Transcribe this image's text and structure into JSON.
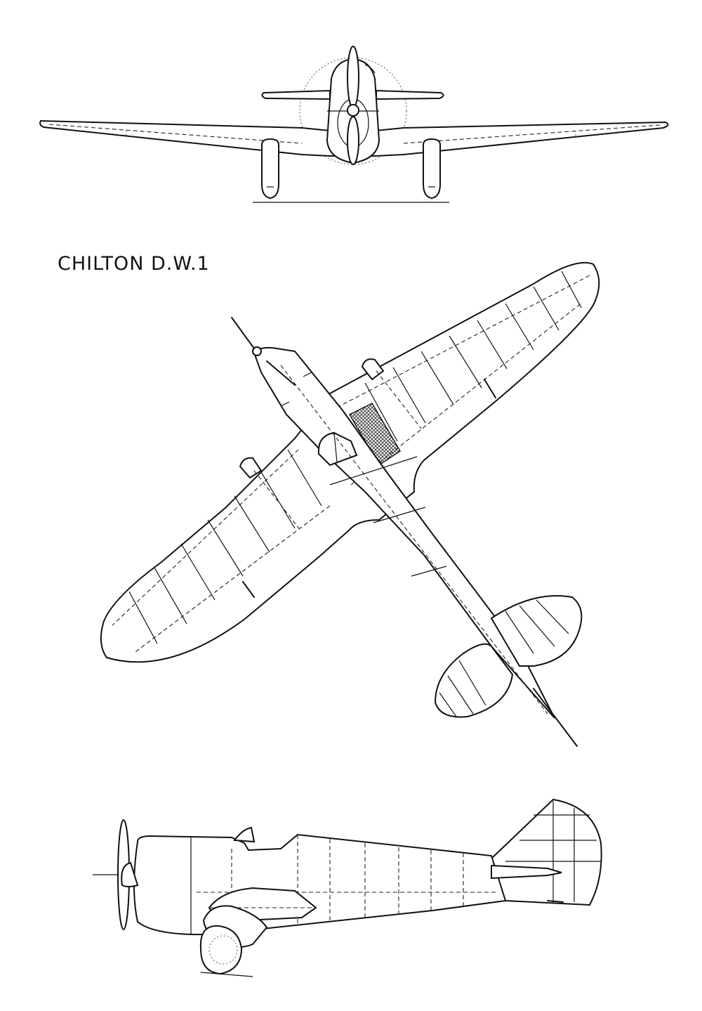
{
  "drawing": {
    "title": "CHILTON D.W.1",
    "views": [
      "front-view",
      "plan-view",
      "side-view"
    ]
  },
  "colors": {
    "ink": "#111111",
    "paper": "#ffffff"
  }
}
